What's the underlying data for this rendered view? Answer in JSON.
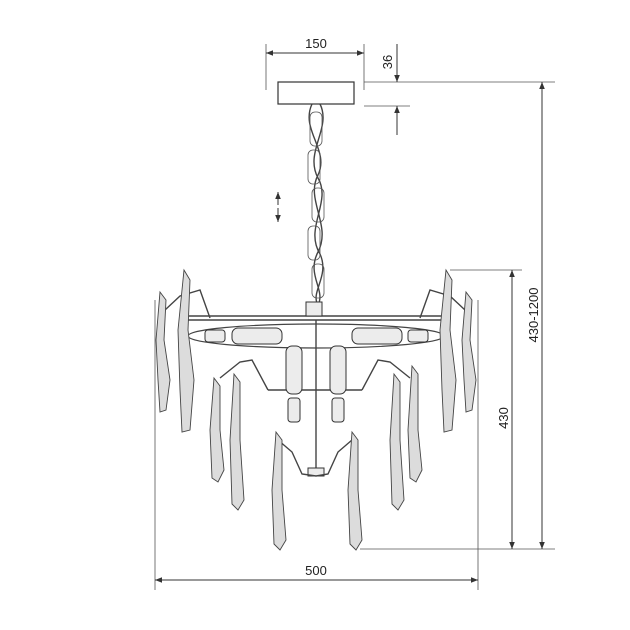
{
  "dimensions": {
    "canopy_width": "150",
    "canopy_height": "36",
    "adjustable_height": "430-1200",
    "body_height": "430",
    "overall_width": "500"
  },
  "symbols": {
    "adjust_arrow": "double-arrow-icon"
  }
}
